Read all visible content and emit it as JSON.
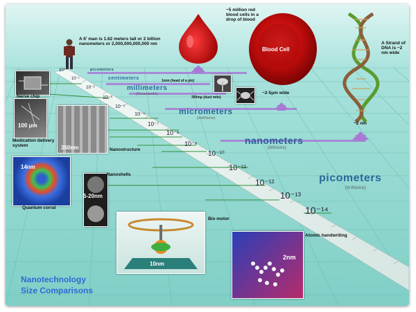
{
  "diagram": {
    "title_line1": "Nanotechnology",
    "title_line2": "Size Comparisons",
    "man_caption": "A 6' man is 1.62 meters tall or 2 billion nanometers or 2,000,000,000,000 nm",
    "rbc_caption": "~5 million red blood cells in a drop of blood",
    "blood_cell_label": "Blood Cell",
    "dna_caption": "A Strand of DNA is ~2 nm wide",
    "dna_size": "~2 nm",
    "cell_width": "~2-5μm wide",
    "pinhead_label": "1mm (head of a pin)",
    "dustmite_label": "300mμ (dust mite)",
    "scales": {
      "picometers_small": "picometers",
      "centimeters": "centimeters",
      "millimeters": "millimeters",
      "thousands": "(thousands)",
      "micrometers": "micrometers",
      "millions": "(millions)",
      "nanometers": "nanometers",
      "billions": "(billions)",
      "picometers": "picometers",
      "trillions": "(trillions)"
    },
    "powers": {
      "e0": "10⁰",
      "e1": "10⁻¹",
      "e2": "10⁻²",
      "e3": "10⁻³",
      "e4": "10⁻⁴",
      "e5": "10⁻⁵",
      "e6": "10⁻⁶",
      "e7": "10⁻⁷",
      "e8": "10⁻⁸",
      "e9": "10⁻⁹",
      "e10": "10⁻¹⁰",
      "e11": "10⁻¹¹",
      "e12": "10⁻¹²",
      "e13": "10⁻¹³",
      "e14": "10⁻¹⁴"
    },
    "examples": {
      "nerve_chip": "Nerve chip",
      "medication_size": "100 μm",
      "medication": "Medication delivery system",
      "nanostructure_size": "350nm",
      "nanostructure": "Nanostructure",
      "nanoshells": "Nanoshells",
      "nanoshells_size": "5-20nm",
      "corral_size": "14nm",
      "quantum_corral": "Quantum corral",
      "bio_motor": "Bio motor",
      "bio_motor_size": "10nm",
      "atomic_handwriting": "Atomic handwriting",
      "atomic_size": "2nm"
    }
  },
  "colors": {
    "background_top": "#8fd6cf",
    "background_bottom": "#c7f0ea",
    "grid": "#5fb8ad",
    "scale_line": "#2f8f3a",
    "scale_text": "#1f5a8a",
    "violet": "#9a6ccf",
    "blood_red": "#cc1010",
    "title_blue": "#2d6ad6"
  }
}
